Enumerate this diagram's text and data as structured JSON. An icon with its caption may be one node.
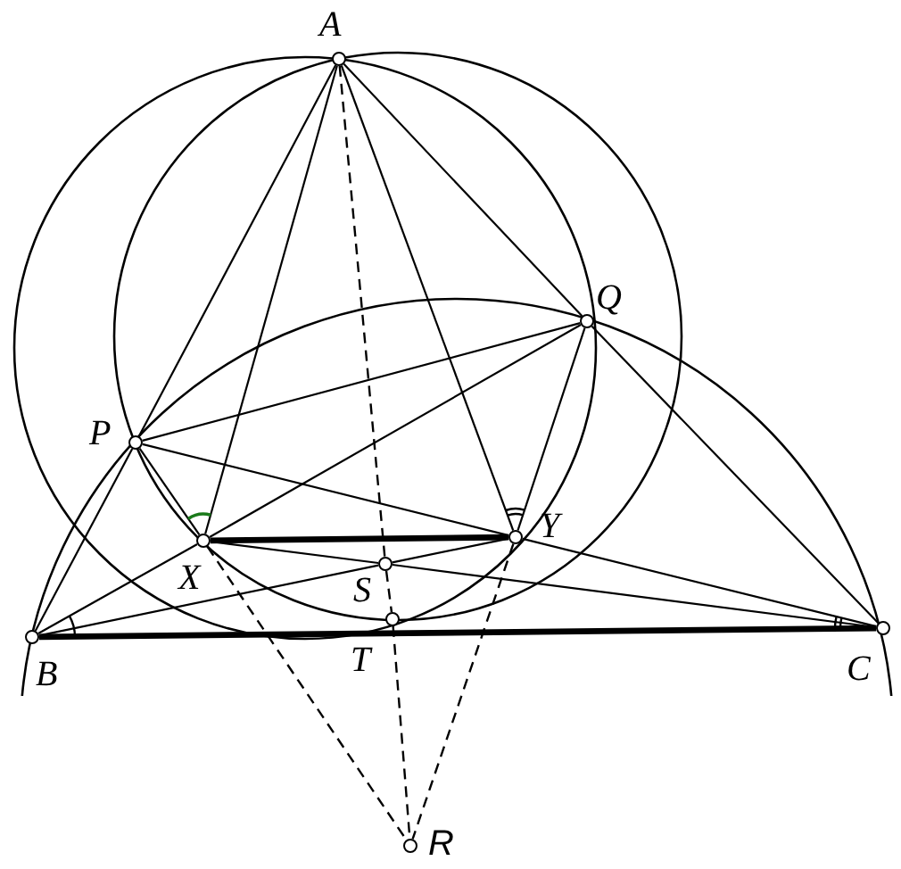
{
  "diagram": {
    "nodes": [
      {
        "text": [],
        "shape": "circle",
        "beside": [
          "A"
        ]
      },
      {
        "text": [],
        "shape": "circle",
        "beside": [
          "Q"
        ]
      },
      {
        "text": [],
        "shape": "circle",
        "beside": [
          "P"
        ]
      },
      {
        "text": [],
        "shape": "circle",
        "beside": [
          "Y"
        ]
      },
      {
        "text": [],
        "shape": "circle",
        "beside": [
          "X"
        ]
      },
      {
        "text": [],
        "shape": "circle",
        "beside": [
          "S"
        ]
      },
      {
        "text": [],
        "shape": "circle",
        "beside": [
          "B"
        ]
      },
      {
        "text": [],
        "shape": "circle",
        "beside": [
          "T"
        ]
      },
      {
        "text": [],
        "shape": "circle",
        "beside": [
          "C"
        ]
      },
      {
        "text": [],
        "shape": "circle",
        "beside": [
          "R"
        ]
      }
    ],
    "edges": [
      {
        "from": 0,
        "to": 2,
        "arrow": "none"
      },
      {
        "from": 2,
        "to": 6,
        "arrow": "none"
      },
      {
        "from": 0,
        "to": 1,
        "arrow": "none"
      },
      {
        "from": 1,
        "to": 8,
        "arrow": "none"
      },
      {
        "from": 0,
        "to": 4,
        "arrow": "none"
      },
      {
        "from": 0,
        "to": 3,
        "arrow": "none"
      },
      {
        "from": 2,
        "to": 1,
        "arrow": "none"
      },
      {
        "from": 2,
        "to": 4,
        "arrow": "none"
      },
      {
        "from": 1,
        "to": 3,
        "arrow": "none"
      },
      {
        "from": 2,
        "to": 3,
        "arrow": "none"
      },
      {
        "from": 3,
        "to": 8,
        "arrow": "none"
      },
      {
        "from": 1,
        "to": 4,
        "arrow": "none"
      },
      {
        "from": 4,
        "to": 6,
        "arrow": "none"
      },
      {
        "from": 4,
        "to": 3,
        "arrow": "none",
        "style": "thick"
      },
      {
        "from": 6,
        "to": 8,
        "arrow": "none",
        "style": "thick"
      },
      {
        "from": 4,
        "to": 5,
        "arrow": "none"
      },
      {
        "from": 5,
        "to": 8,
        "arrow": "none"
      },
      {
        "from": 6,
        "to": 5,
        "arrow": "none"
      },
      {
        "from": 5,
        "to": 3,
        "arrow": "none"
      },
      {
        "from": 0,
        "to": 5,
        "arrow": "none",
        "style": "dashed"
      },
      {
        "from": 5,
        "to": 7,
        "arrow": "none",
        "style": "dashed"
      },
      {
        "from": 7,
        "to": 9,
        "arrow": "none",
        "style": "dashed"
      },
      {
        "from": 4,
        "to": 9,
        "arrow": "none",
        "style": "dashed"
      },
      {
        "from": 3,
        "to": 9,
        "arrow": "none",
        "style": "dashed"
      }
    ]
  }
}
